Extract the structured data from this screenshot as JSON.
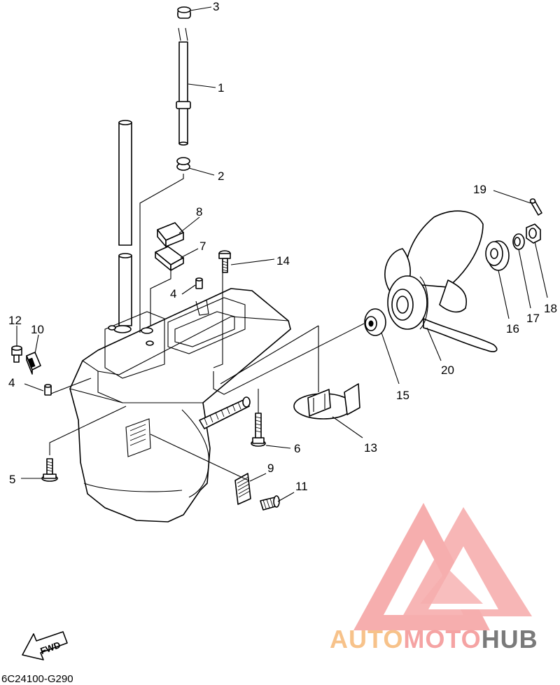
{
  "diagram": {
    "code": "6C24100-G290",
    "fwd_label": "FWD",
    "callouts": [
      "1",
      "2",
      "3",
      "4",
      "4",
      "5",
      "6",
      "7",
      "8",
      "9",
      "10",
      "11",
      "12",
      "13",
      "14",
      "15",
      "16",
      "17",
      "18",
      "19",
      "20"
    ]
  },
  "watermark": {
    "part_a": "AUTO",
    "part_b": "MOTO",
    "part_c": "HUB",
    "colors": {
      "auto": "#f7c28a",
      "moto": "#f5a3a3",
      "hub": "#7a7a7a",
      "logo": "#f5a0a0"
    }
  }
}
